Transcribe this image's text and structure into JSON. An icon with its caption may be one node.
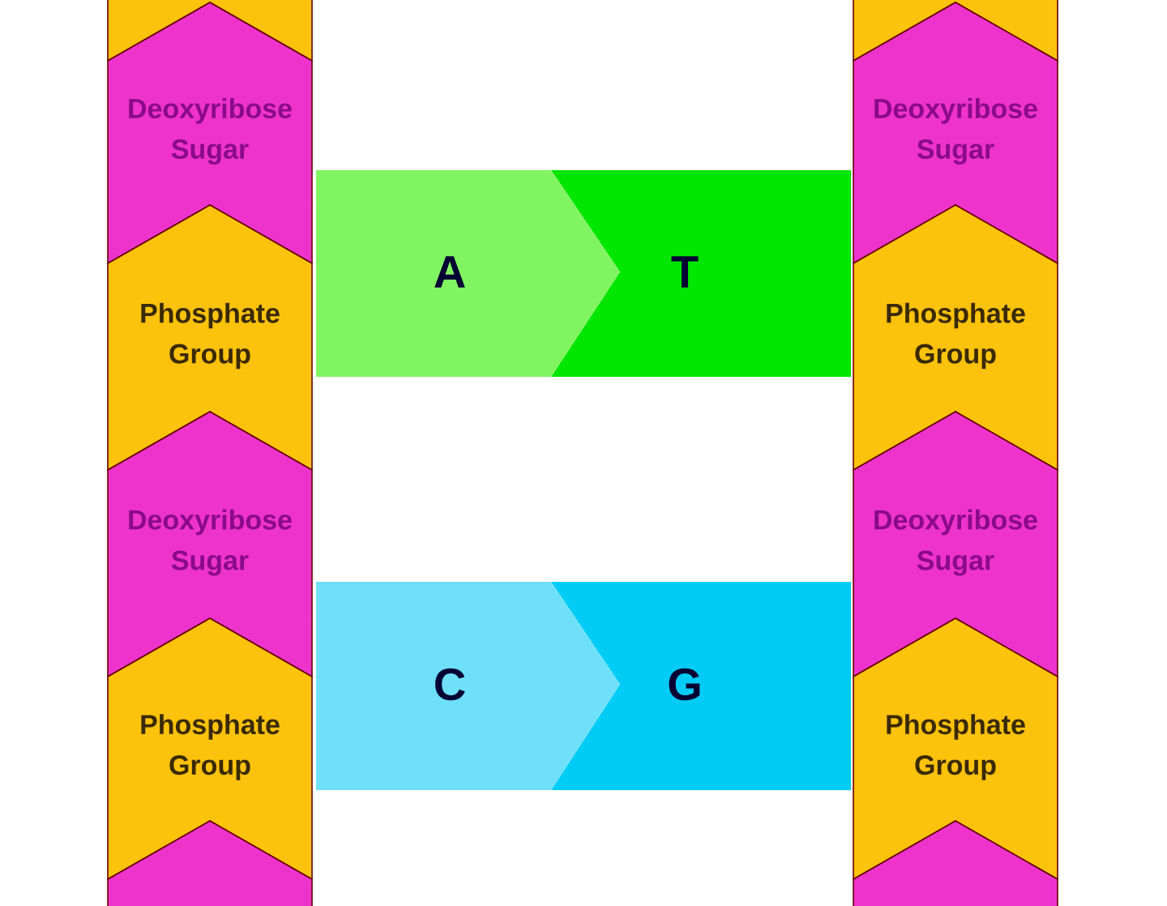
{
  "diagram": {
    "nodes": [
      {
        "text": [],
        "shape": "chevron"
      },
      {
        "text": [],
        "shape": "chevron"
      },
      {
        "text": [
          "Deoxyribose Sugar"
        ]
      },
      {
        "text": [
          "Deoxyribose Sugar"
        ]
      },
      {
        "text": [
          "A"
        ]
      },
      {
        "text": [
          "T"
        ]
      },
      {
        "text": [
          "Phosphate Group"
        ]
      },
      {
        "text": [
          "Phosphate Group"
        ]
      },
      {
        "text": [
          "Deoxyribose Sugar"
        ]
      },
      {
        "text": [
          "Deoxyribose Sugar"
        ]
      },
      {
        "text": [
          "C"
        ]
      },
      {
        "text": [
          "G"
        ]
      },
      {
        "text": [
          "Phosphate Group"
        ]
      },
      {
        "text": [
          "Phosphate Group"
        ]
      },
      {
        "text": [],
        "shape": "chevron"
      },
      {
        "text": [],
        "shape": "chevron"
      }
    ]
  }
}
